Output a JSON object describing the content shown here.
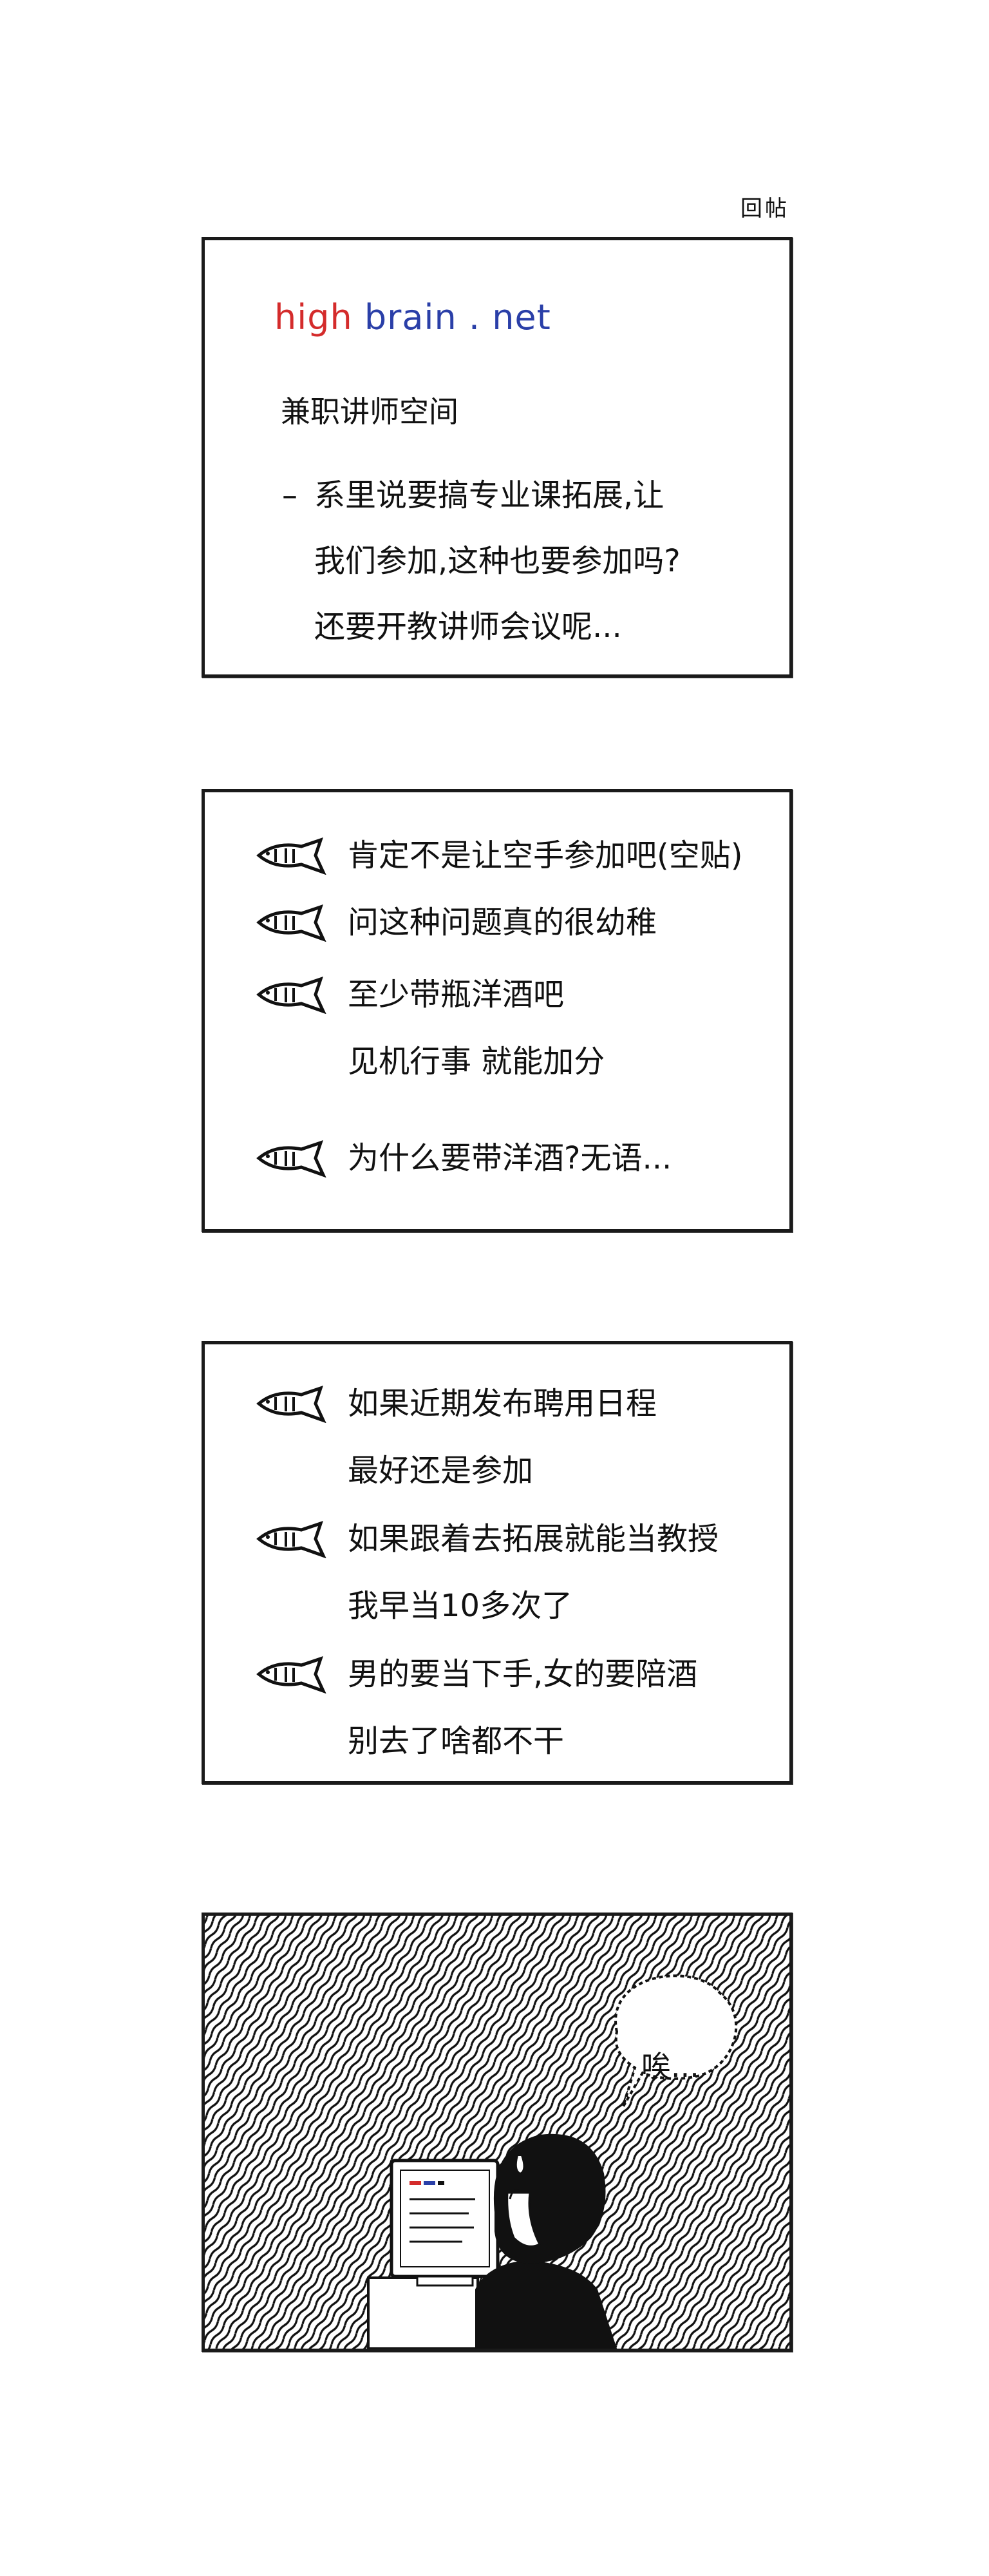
{
  "header": {
    "reply_link": "回帖"
  },
  "post": {
    "logo_part1": "high",
    "logo_part2": "brain",
    "logo_part3": ". net",
    "forum_name": "兼职讲师空间",
    "question_lines": [
      "系里说要搞专业课拓展,让",
      "我们参加,这种也要参加吗?",
      "还要开教讲师会议呢..."
    ]
  },
  "replies_page1": [
    {
      "icon": "fish-icon",
      "lines": [
        "肯定不是让空手参加吧(空贴)"
      ]
    },
    {
      "icon": "fish-icon",
      "lines": [
        "问这种问题真的很幼稚"
      ]
    },
    {
      "icon": "fish-icon",
      "lines": [
        "至少带瓶洋酒吧",
        "见机行事 就能加分"
      ]
    },
    {
      "icon": "fish-icon",
      "lines": [
        "为什么要带洋酒?无语..."
      ]
    }
  ],
  "replies_page2": [
    {
      "icon": "fish-icon",
      "lines": [
        "如果近期发布聘用日程",
        "最好还是参加"
      ]
    },
    {
      "icon": "fish-icon",
      "lines": [
        "如果跟着去拓展就能当教授",
        "我早当10多次了"
      ]
    },
    {
      "icon": "fish-icon",
      "lines": [
        "男的要当下手,女的要陪酒",
        "别去了啥都不干"
      ]
    }
  ],
  "final_panel": {
    "speech_bubble": "唉..."
  },
  "colors": {
    "logo_red": "#d42b2b",
    "logo_blue": "#2a3fa8",
    "ink": "#1a1a1a"
  }
}
